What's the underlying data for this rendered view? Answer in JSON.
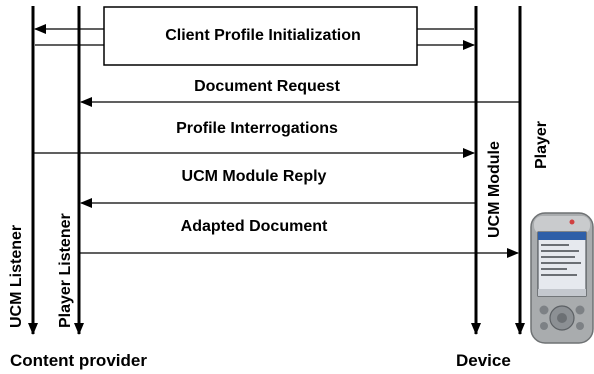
{
  "lifelines": {
    "ucm_listener": "UCM Listener",
    "player_listener": "Player Listener",
    "ucm_module": "UCM Module",
    "player": "Player"
  },
  "groups": {
    "left": "Content provider",
    "right": "Device"
  },
  "init_box": {
    "label": "Client Profile Initialization"
  },
  "messages": [
    {
      "label": "Document Request",
      "from": "Player",
      "to": "Player Listener"
    },
    {
      "label": "Profile Interrogations",
      "from": "UCM Listener",
      "to": "UCM Module"
    },
    {
      "label": "UCM Module Reply",
      "from": "UCM Module",
      "to": "Player Listener"
    },
    {
      "label": "Adapted Document",
      "from": "Player Listener",
      "to": "Player"
    }
  ],
  "device_image": {
    "icon": "pda-device-icon"
  }
}
